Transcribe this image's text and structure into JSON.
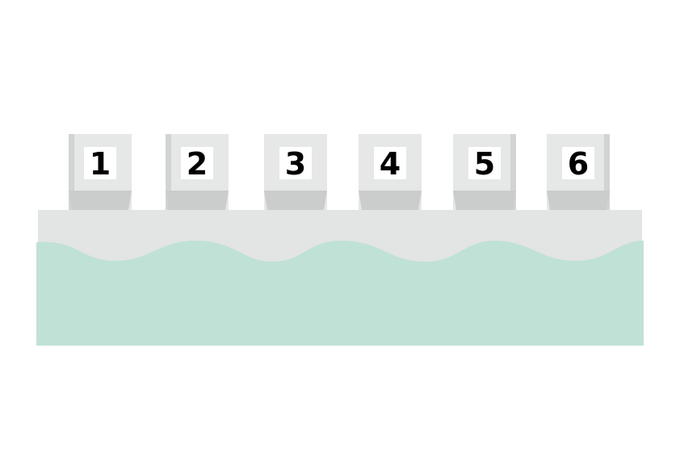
{
  "colors": {
    "background": "#ffffff",
    "deck": "#e3e4e4",
    "water": "#c0e1d6",
    "pod_front": "#e6e7e7",
    "pod_side": "#d2d3d3",
    "pod_base": "#cbcccc",
    "label_panel": "#ffffff",
    "label_text": "#000000"
  },
  "pods": [
    {
      "label": "1",
      "side_icon": "left-side-shade"
    },
    {
      "label": "2",
      "side_icon": "left-side-shade"
    },
    {
      "label": "3",
      "side_icon": "none"
    },
    {
      "label": "4",
      "side_icon": "none"
    },
    {
      "label": "5",
      "side_icon": "right-side-shade"
    },
    {
      "label": "6",
      "side_icon": "right-side-shade"
    }
  ]
}
